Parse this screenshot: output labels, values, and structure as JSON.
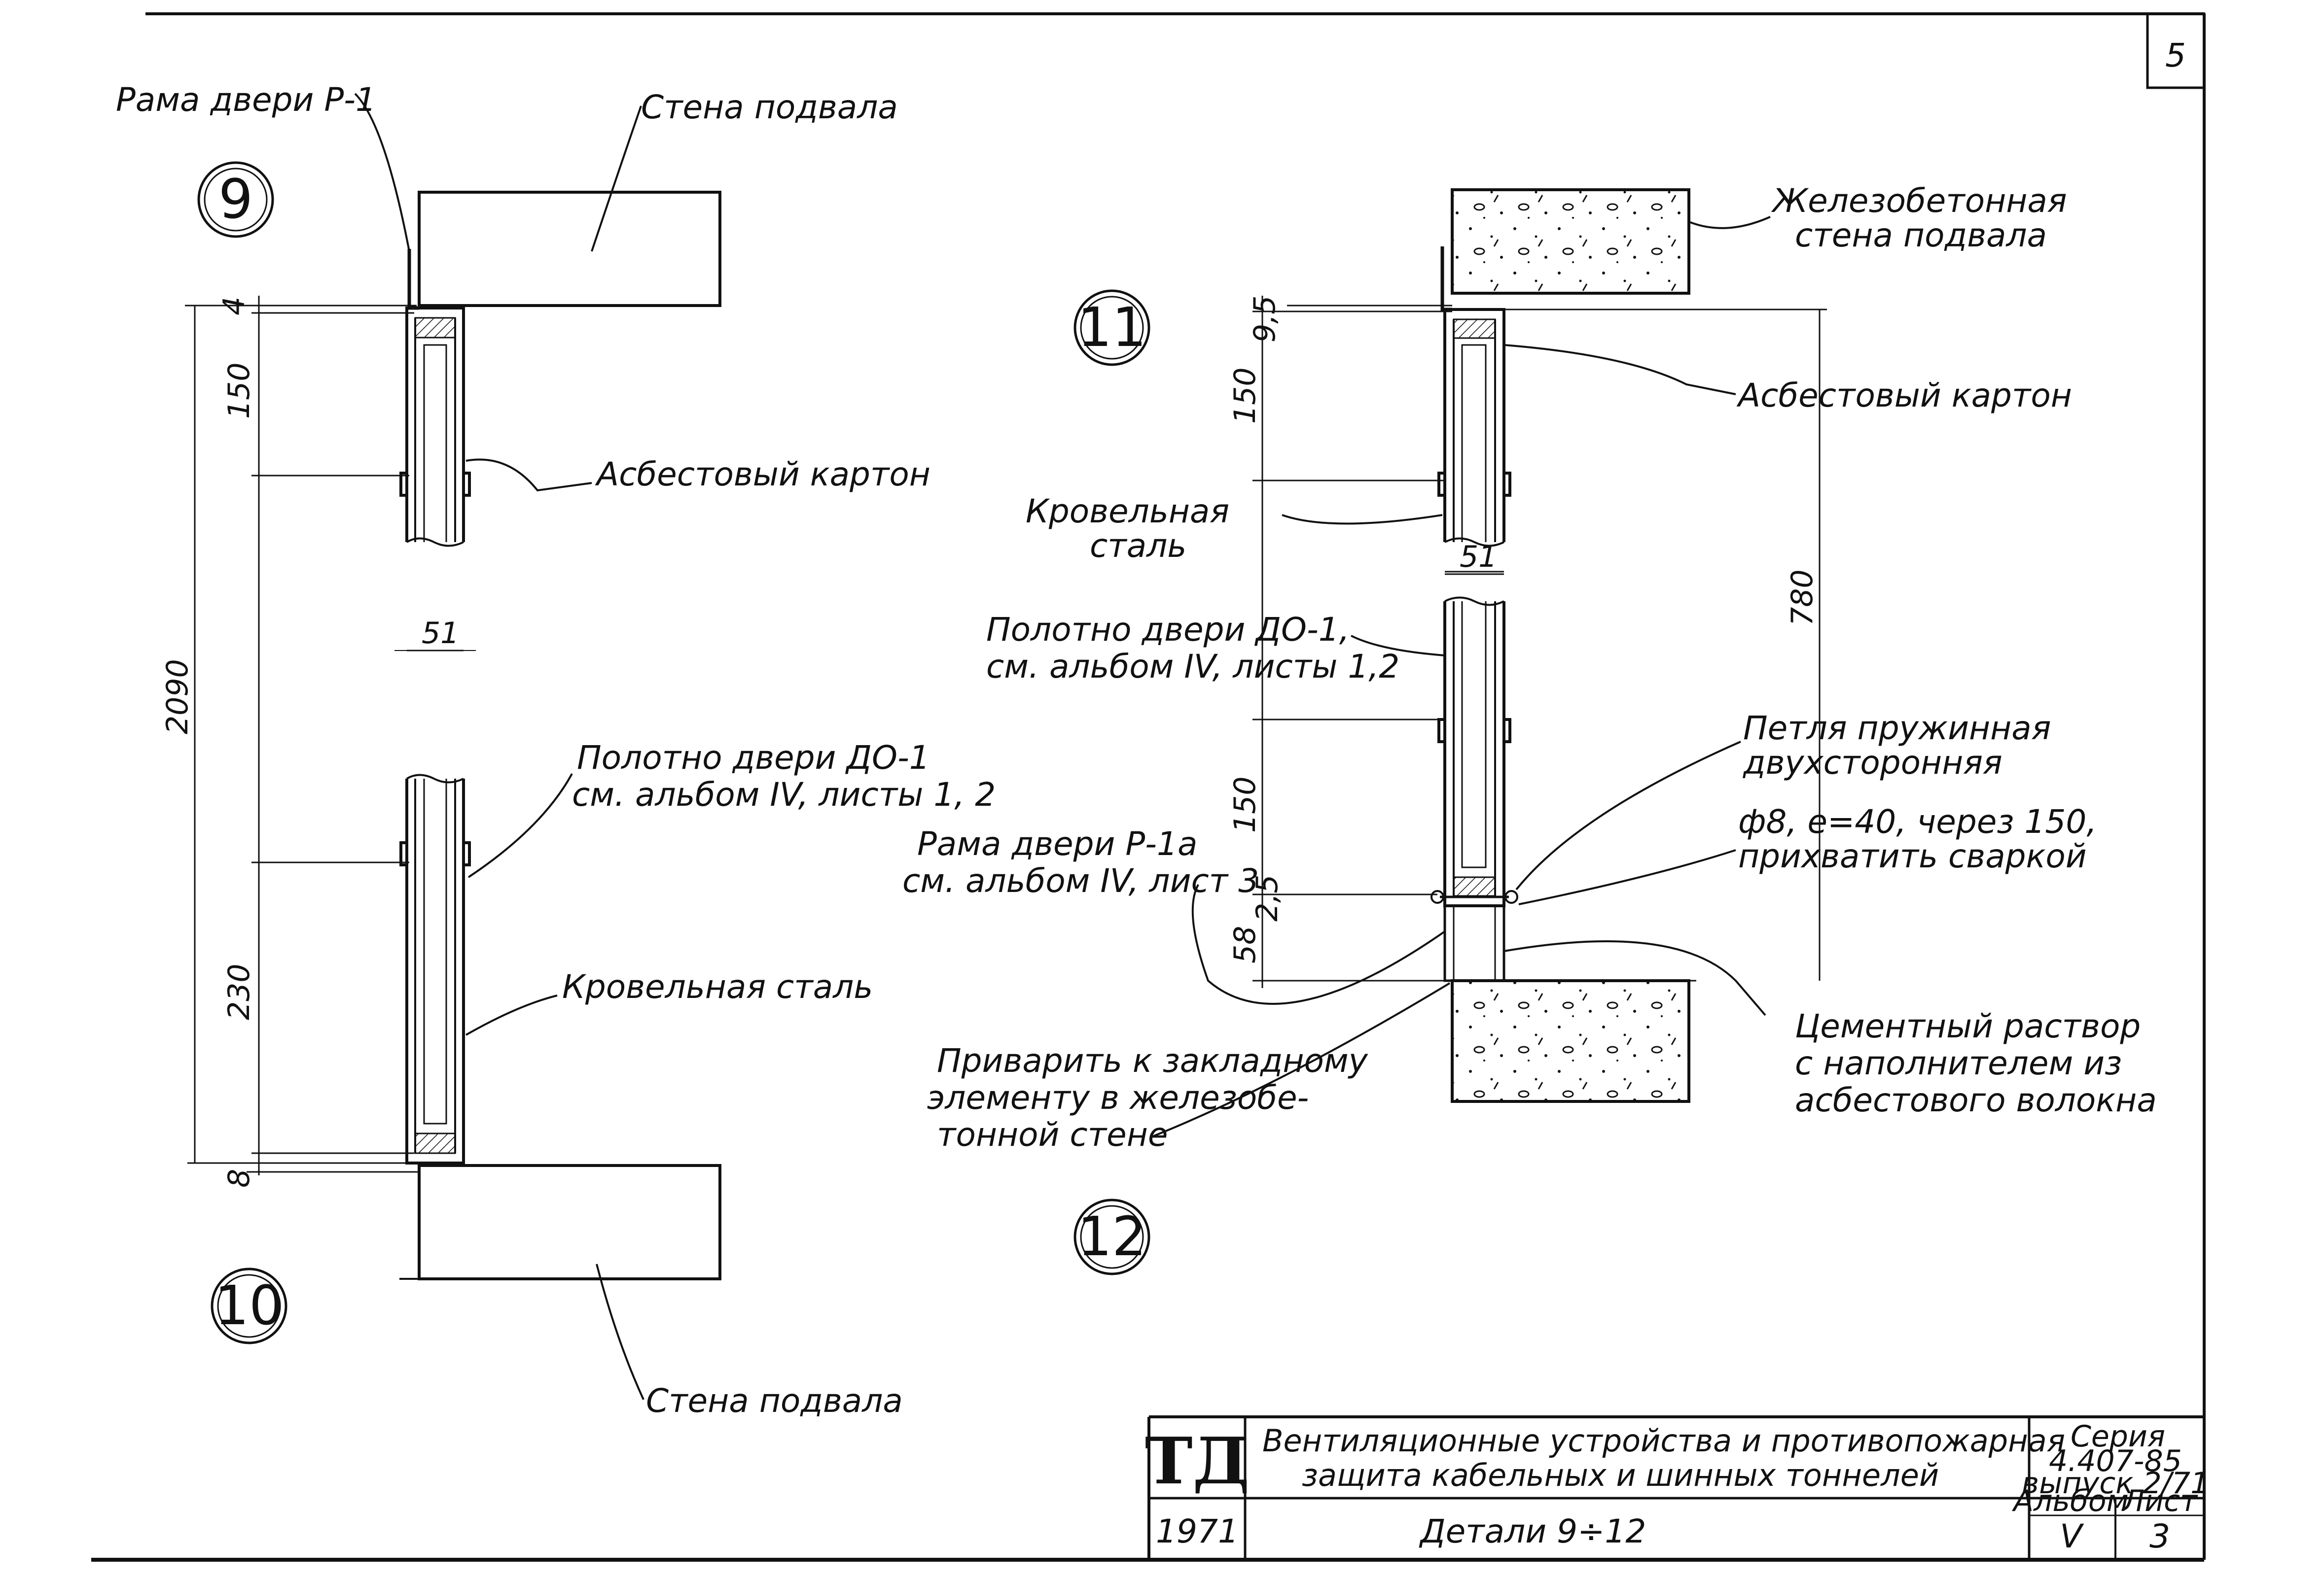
{
  "sheet": {
    "corner_number": "5",
    "colors": {
      "ink": "#111111",
      "paper": "#ffffff"
    }
  },
  "left_detail": {
    "marker_top": "9",
    "marker_bottom": "10",
    "labels": {
      "door_frame": "Рама двери Р-1",
      "wall_top": "Стена подвала",
      "asbestos": "Асбестовый картон",
      "door_leaf_1": "Полотно двери ДО-1",
      "door_leaf_2": "см. альбом IV, листы 1, 2",
      "steel": "Кровельная сталь",
      "wall_bottom": "Стена подвала"
    },
    "dims": {
      "top_gap": "4",
      "hinge_top": "150",
      "total": "2090",
      "thickness": "51",
      "hinge_bottom": "230",
      "bottom_gap": "8"
    }
  },
  "right_detail": {
    "marker_top": "11",
    "marker_bottom": "12",
    "labels": {
      "rc_wall_1": "Железобетонная",
      "rc_wall_2": "стена подвала",
      "asbestos": "Асбестовый картон",
      "steel_1": "Кровельная",
      "steel_2": "сталь",
      "door_leaf_1": "Полотно двери ДО-1,",
      "door_leaf_2": "см. альбом IV, листы 1,2",
      "hinge_1": "Петля пружинная",
      "hinge_2": "двухсторонняя",
      "rod_1": "ф8, е=40, через 150,",
      "rod_2": "прихватить сваркой",
      "frame_1": "Рама двери Р-1а",
      "frame_2": "см. альбом IV, лист 3",
      "weld_1": "Приварить к закладному",
      "weld_2": "элементу в железобе-",
      "weld_3": "тонной стене",
      "mortar_1": "Цементный раствор",
      "mortar_2": "с наполнителем из",
      "mortar_3": "асбестового волокна"
    },
    "dims": {
      "top_gap": "9,5",
      "hinge_top": "150",
      "thickness": "51",
      "total": "780",
      "hinge_bottom": "150",
      "rod_gap": "2,5",
      "bottom": "58"
    }
  },
  "title_block": {
    "logo": "ТД",
    "year": "1971",
    "title_1": "Вентиляционные устройства и противопожарная",
    "title_2": "защита кабельных и шинных тоннелей",
    "sheet_name": "Детали 9÷12",
    "series_label": "Серия",
    "series_number": "4.407-85",
    "issue": "выпуск 2/71",
    "album_label": "Альбом",
    "album_value": "V",
    "sheet_label": "Лист",
    "sheet_value": "3"
  }
}
